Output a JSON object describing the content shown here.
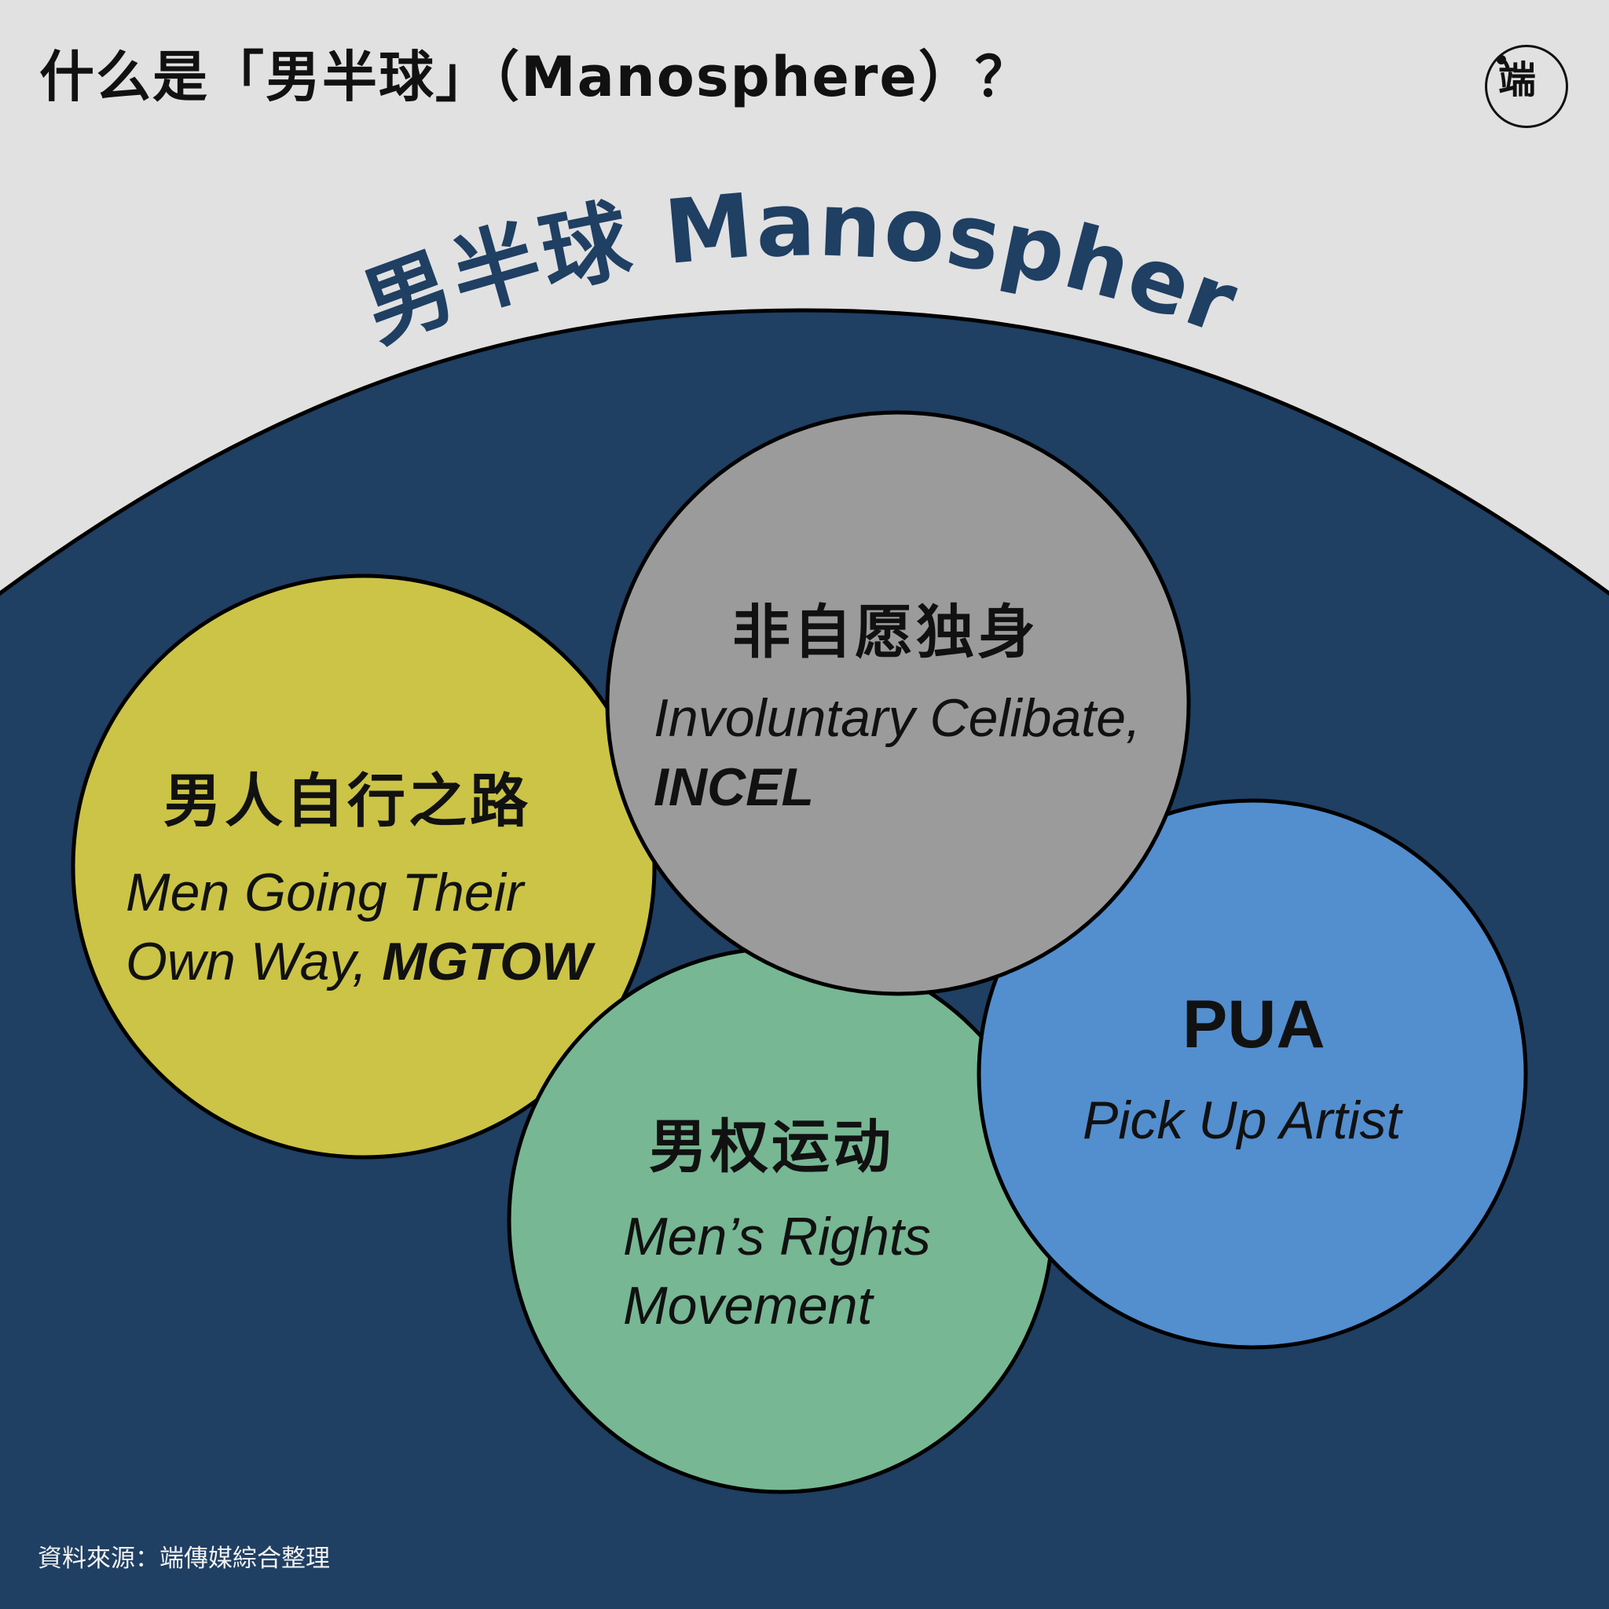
{
  "header": {
    "title": "什么是「男半球」（Manosphere）？",
    "logo_text": "端"
  },
  "diagram": {
    "outer_label": "男半球 Manosphere",
    "colors": {
      "background": "#e1e1e1",
      "manosphere": "#1f3f63",
      "mgtow": "#cbc446",
      "incel": "#9b9b9b",
      "mens_rights": "#77b794",
      "pua": "#538ecf"
    },
    "circles": {
      "mgtow": {
        "zh": "男人自行之路",
        "en_line1": "Men Going Their",
        "en_line2": "Own Way, ",
        "en_abbr": "MGTOW"
      },
      "incel": {
        "zh": "非自愿独身",
        "en_line1": "Involuntary Celibate,",
        "en_abbr": "INCEL"
      },
      "mens_rights": {
        "zh": "男权运动",
        "en_line1": "Men’s Rights",
        "en_line2": "Movement"
      },
      "pua": {
        "abbr": "PUA",
        "en_line1": "Pick Up Artist"
      }
    }
  },
  "footer": {
    "source": "資料來源：端傳媒綜合整理"
  }
}
